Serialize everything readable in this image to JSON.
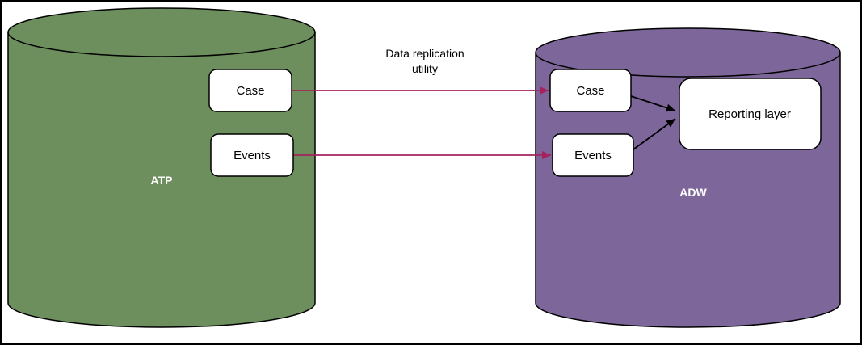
{
  "diagram": {
    "atp": {
      "label": "ATP",
      "nodes": {
        "case": "Case",
        "events": "Events"
      }
    },
    "adw": {
      "label": "ADW",
      "nodes": {
        "case": "Case",
        "events": "Events",
        "reporting": "Reporting layer"
      }
    },
    "edges": {
      "replication_label_line1": "Data replication",
      "replication_label_line2": "utility"
    },
    "colors": {
      "atp_fill": "#6d8f5d",
      "adw_fill": "#7d6699",
      "replication_arrow": "#a5225d",
      "internal_arrow": "#000000",
      "node_fill": "#ffffff",
      "stroke": "#000000"
    }
  }
}
